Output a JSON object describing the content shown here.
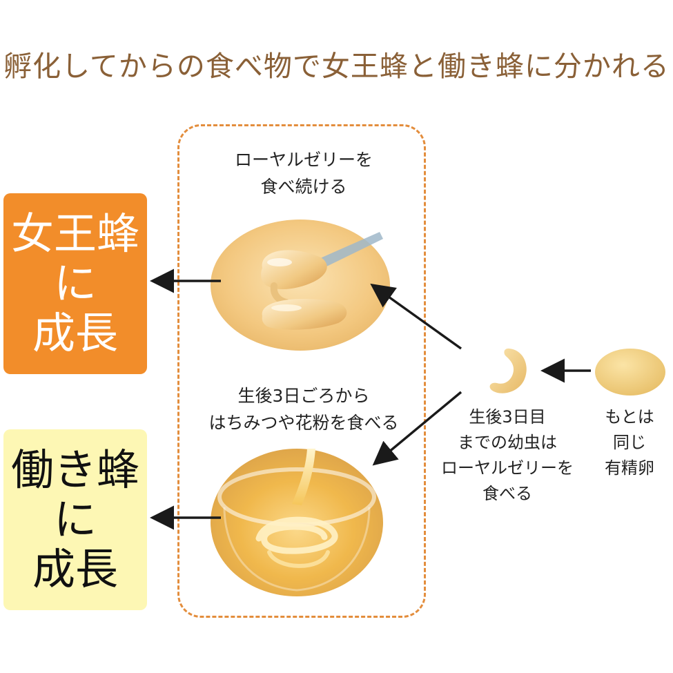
{
  "title": "孵化してからの食べ物で女王蜂と働き蜂に分かれる",
  "top_caption": {
    "line1": "ローヤルゼリーを",
    "line2": "食べ続ける"
  },
  "middle_caption": {
    "line1": "生後3日ごろから",
    "line2": "はちみつや花粉を食べる"
  },
  "queen_result": {
    "line1": "女王蜂",
    "line2": "に",
    "line3": "成長"
  },
  "worker_result": {
    "line1": "働き蜂",
    "line2": "に",
    "line3": "成長"
  },
  "larva_caption": {
    "line1": "生後3日目",
    "line2": "までの幼虫は",
    "line3": "ローヤルゼリーを",
    "line4": "食べる"
  },
  "egg_caption": {
    "line1": "もとは",
    "line2": "同じ",
    "line3": "有精卵"
  },
  "colors": {
    "title": "#8a6037",
    "dashed_border": "#e38d3c",
    "queen_box": "#f28d2a",
    "worker_box": "#fdf7b4",
    "arrow": "#1a1a1a",
    "egg": "#f1cf7e"
  }
}
